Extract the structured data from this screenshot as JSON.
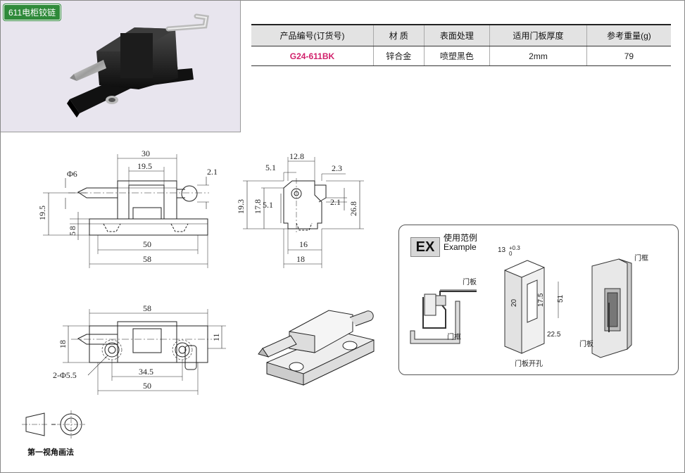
{
  "product_badge": "611电柜铰链",
  "spec_table": {
    "headers": [
      "产品编号(订货号)",
      "材 质",
      "表面处理",
      "适用门板厚度",
      "参考重量(g)"
    ],
    "rows": [
      [
        "G24-611BK",
        "锌合金",
        "喷塑黑色",
        "2mm",
        "79"
      ]
    ]
  },
  "front_view": {
    "d_top_30": "30",
    "d_19_5": "19.5",
    "d_2_1": "2.1",
    "d_phi6": "Φ6",
    "d_h19_5": "19.5",
    "d_8": "8",
    "d_5": "5",
    "d_50": "50",
    "d_58": "58"
  },
  "side_view": {
    "d_12_8": "12.8",
    "d_5_1a": "5.1",
    "d_2_3": "2.3",
    "d_19_3": "19.3",
    "d_17_8": "17.8",
    "d_5_1b": "5.1",
    "d_2_1": "2.1",
    "d_26_8": "26.8",
    "d_16": "16",
    "d_18": "18"
  },
  "top_view": {
    "d_58": "58",
    "d_18": "18",
    "d_11": "11",
    "d_holes": "2-Φ5.5",
    "d_34_5": "34.5",
    "d_50": "50"
  },
  "example": {
    "badge": "EX",
    "title_cn": "使用范例",
    "title_en": "Example",
    "label_door": "门板",
    "label_frame": "门框",
    "label_cutout": "门板开孔",
    "label_frame2": "门框",
    "label_door2": "门板",
    "dim_13": "13",
    "dim_tol": "+0.3",
    "dim_tol0": "0",
    "dim_20": "20",
    "dim_17_5": "17.5",
    "dim_51": "51",
    "dim_22_5": "22.5"
  },
  "projection_label": "第一视角画法"
}
